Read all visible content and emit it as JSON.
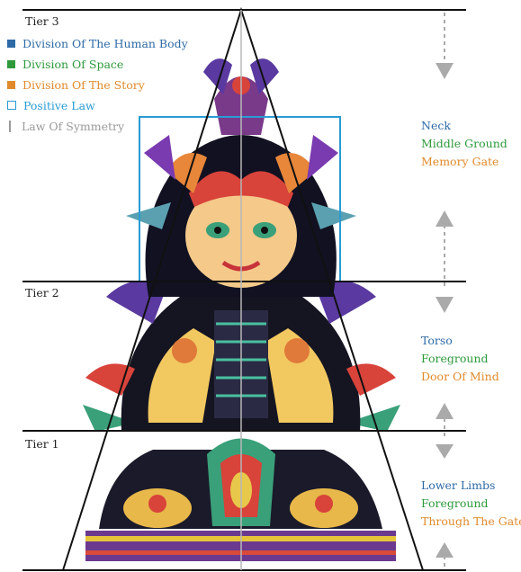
{
  "colors": {
    "body": "#2d6aa6",
    "space": "#2e9a3c",
    "story": "#e08a2c",
    "positive_law": "#2a9bd4",
    "symmetry": "#9a9a9a",
    "ink": "#111111"
  },
  "legend": [
    {
      "label": "Division Of The Human Body",
      "kind": "body",
      "swatch": "square"
    },
    {
      "label": "Division Of Space",
      "kind": "space",
      "swatch": "square"
    },
    {
      "label": "Division Of The Story",
      "kind": "story",
      "swatch": "square"
    },
    {
      "label": "Positive Law",
      "kind": "positive_law",
      "swatch": "outline"
    },
    {
      "label": "Law Of Symmetry",
      "kind": "symmetry",
      "swatch": "bar"
    }
  ],
  "tiers": [
    {
      "label": "Tier 3",
      "body": "Neck",
      "space": "Middle Ground",
      "story": "Memory Gate"
    },
    {
      "label": "Tier 2",
      "body": "Torso",
      "space": "Foreground",
      "story": "Door Of Mind"
    },
    {
      "label": "Tier 1",
      "body": "Lower Limbs",
      "space": "Foreground",
      "story": "Through The Gate"
    }
  ]
}
